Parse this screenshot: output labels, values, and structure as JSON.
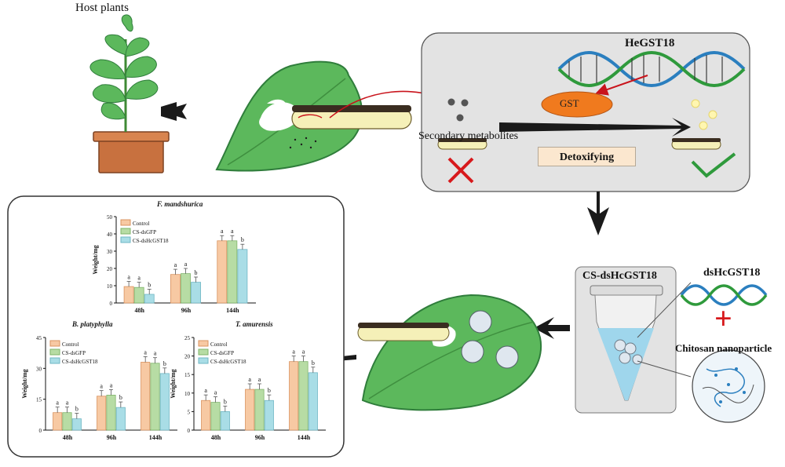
{
  "labels": {
    "host_plants": "Host plants",
    "secondary_metabolites": "Secondary metabolites",
    "gene": "HeGST18",
    "enzyme": "GST",
    "process": "Detoxifying",
    "tube": "CS-dsHcGST18",
    "dsrna": "dsHcGST18",
    "plus": "+",
    "nanoparticle": "Chitosan nanoparticle"
  },
  "colors": {
    "leaf": "#5cb85c",
    "leaf_edge": "#2f7d3b",
    "arrow": "#1a1a1a",
    "gst": "#f07a1e",
    "panel": "#e3e3e3",
    "check": "#2f9a3c",
    "cross": "#d7191c",
    "control": "#f7c9a3",
    "cs_dsgfp": "#b7dca4",
    "cs_dshcgst18": "#a9dde6"
  },
  "chart_data": [
    {
      "type": "bar",
      "title": "F. mandshurica",
      "ylabel": "Weight/mg",
      "ylim": [
        0,
        50
      ],
      "yticks": [
        "0",
        "10",
        "20",
        "30",
        "40",
        "50"
      ],
      "categories": [
        "48h",
        "96h",
        "144h"
      ],
      "series": [
        {
          "name": "Control",
          "values": [
            9.5,
            16.5,
            36
          ]
        },
        {
          "name": "CS-dsGFP",
          "values": [
            9,
            17,
            36
          ]
        },
        {
          "name": "CS-dsHcGST18",
          "values": [
            5,
            12,
            31
          ]
        }
      ],
      "letters": [
        [
          "a",
          "a",
          "b"
        ],
        [
          "a",
          "a",
          "b"
        ],
        [
          "a",
          "a",
          "b"
        ]
      ],
      "legend": "top-left"
    },
    {
      "type": "bar",
      "title": "B. platyphylla",
      "ylabel": "Weight/mg",
      "ylim": [
        0,
        45
      ],
      "yticks": [
        "0",
        "15",
        "30",
        "45"
      ],
      "categories": [
        "48h",
        "96h",
        "144h"
      ],
      "series": [
        {
          "name": "Control",
          "values": [
            8.5,
            16.5,
            33
          ]
        },
        {
          "name": "CS-dsGFP",
          "values": [
            8.5,
            17,
            32.5
          ]
        },
        {
          "name": "CS-dsHcGST18",
          "values": [
            5.5,
            11,
            27.5
          ]
        }
      ],
      "letters": [
        [
          "a",
          "a",
          "b"
        ],
        [
          "a",
          "a",
          "b"
        ],
        [
          "a",
          "a",
          "b"
        ]
      ],
      "legend": "top-left"
    },
    {
      "type": "bar",
      "title": "T. amurensis",
      "ylabel": "Weight/mg",
      "ylim": [
        0,
        25
      ],
      "yticks": [
        "0",
        "5",
        "10",
        "15",
        "20",
        "25"
      ],
      "categories": [
        "48h",
        "96h",
        "144h"
      ],
      "series": [
        {
          "name": "Control",
          "values": [
            8,
            11,
            18.5
          ]
        },
        {
          "name": "CS-dsGFP",
          "values": [
            7.5,
            11,
            18.5
          ]
        },
        {
          "name": "CS-dsHcGST18",
          "values": [
            5,
            8,
            15.5
          ]
        }
      ],
      "letters": [
        [
          "a",
          "a",
          "b"
        ],
        [
          "a",
          "a",
          "b"
        ],
        [
          "a",
          "a",
          "b"
        ]
      ],
      "legend": "top-left"
    }
  ]
}
